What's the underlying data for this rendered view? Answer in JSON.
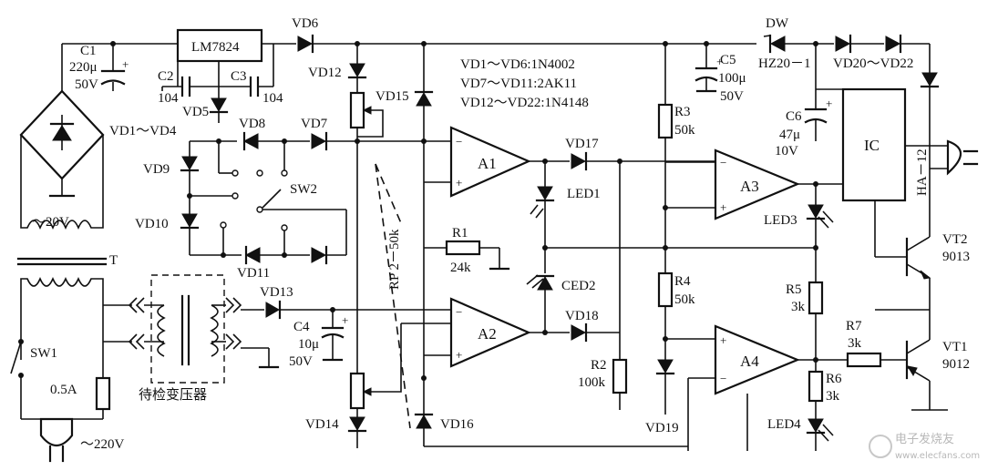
{
  "labels": {
    "lm7824": "LM7824",
    "c1": "C1",
    "c1_val": "220μ",
    "c1_v": "50V",
    "c2": "C2",
    "c2_val": "104",
    "c3": "C3",
    "c3_val": "104",
    "vd5": "VD5",
    "vd6": "VD6",
    "vd7": "VD7",
    "vd8": "VD8",
    "vd9": "VD9",
    "vd10": "VD10",
    "vd11": "VD11",
    "vd12": "VD12",
    "vd13": "VD13",
    "vd14": "VD14",
    "vd15": "VD15",
    "vd16": "VD16",
    "vd17": "VD17",
    "vd18": "VD18",
    "vd19": "VD19",
    "vd1_vd4": "VD1～VD4",
    "note1": "VD1～VD6:1N4002",
    "note2": "VD7～VD11:2AK11",
    "note3": "VD12～VD22:1N4148",
    "ac20": "～20V",
    "t": "T",
    "sw1": "SW1",
    "sw2": "SW2",
    "fuse": "0.5A",
    "ac220": "～220V",
    "dut": "待检变压器",
    "c4": "C4",
    "c4_val": "10μ",
    "c4_v": "50V",
    "rp2": "RP 2－50k",
    "r1": "R1",
    "r1_val": "24k",
    "r2": "R2",
    "r2_val": "100k",
    "r3": "R3",
    "r3_val": "50k",
    "r4": "R4",
    "r4_val": "50k",
    "r5": "R5",
    "r5_val": "3k",
    "r6": "R6",
    "r6_val": "3k",
    "r7": "R7",
    "r7_val": "3k",
    "c5": "C5",
    "c5_val": "100μ",
    "c5_v": "50V",
    "c6": "C6",
    "c6_val": "47μ",
    "c6_v": "10V",
    "a1": "A1",
    "a2": "A2",
    "a3": "A3",
    "a4": "A4",
    "led1": "LED1",
    "ced2": "CED2",
    "led3": "LED3",
    "led4": "LED4",
    "dw": "DW",
    "hz20": "HZ20－1",
    "vd20_22": "VD20～VD22",
    "ic": "IC",
    "ha12": "HA－12",
    "vt1": "VT1",
    "vt1_type": "9012",
    "vt2": "VT2",
    "vt2_type": "9013",
    "watermark": "电子发烧友",
    "watermark_url": "www.elecfans.com"
  }
}
